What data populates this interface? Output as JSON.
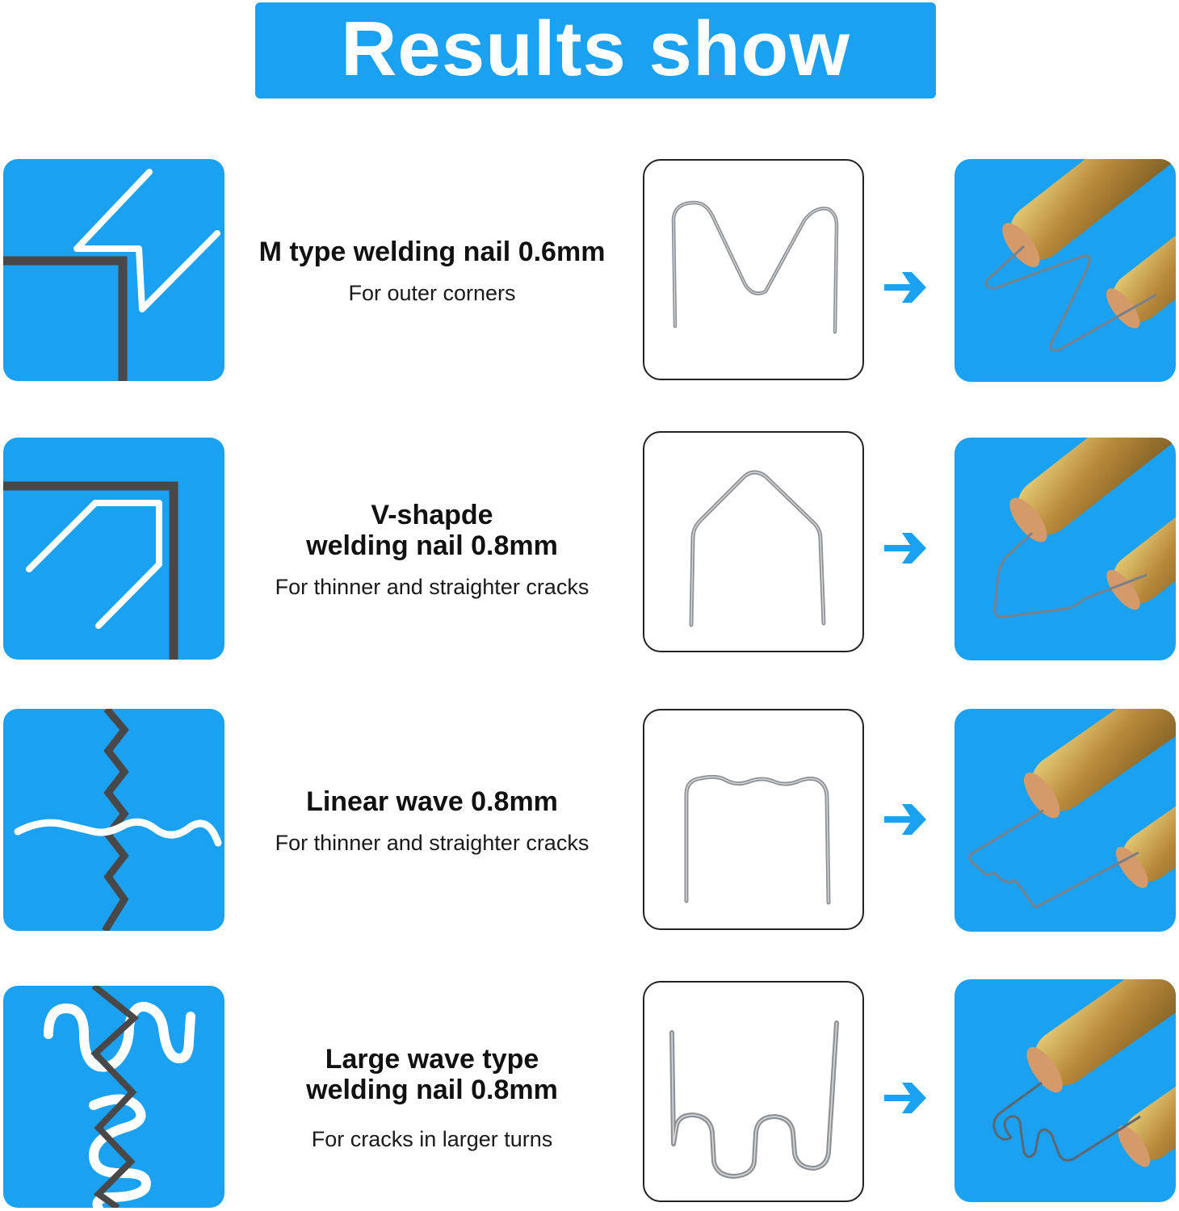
{
  "colors": {
    "accent": "#1aa1f1",
    "crack_line": "#4a4748",
    "wire": "#8e9296",
    "brass": "#c9a24a",
    "text": "#111111",
    "frame_border": "#222222"
  },
  "header": {
    "title": "Results show"
  },
  "rows": [
    {
      "icon": "outer-corner-crack-icon",
      "title_lines": [
        "M type welding nail 0.6mm"
      ],
      "subtitle": "For outer corners",
      "nail_image": "m-type-nail-image",
      "result_image": "m-type-nail-in-welder-tips-image"
    },
    {
      "icon": "inner-corner-crack-icon",
      "title_lines": [
        "V-shapde",
        "welding nail 0.8mm"
      ],
      "subtitle": "For thinner and straighter cracks",
      "nail_image": "v-shaped-nail-image",
      "result_image": "v-shaped-nail-in-welder-tips-image"
    },
    {
      "icon": "linear-wave-crack-icon",
      "title_lines": [
        "Linear wave 0.8mm"
      ],
      "subtitle": "For thinner and straighter cracks",
      "nail_image": "linear-wave-nail-image",
      "result_image": "linear-wave-nail-in-welder-tips-image"
    },
    {
      "icon": "large-wave-crack-icon",
      "title_lines": [
        "Large wave type",
        "welding nail 0.8mm"
      ],
      "subtitle": "For cracks in larger turns",
      "nail_image": "large-wave-nail-image",
      "result_image": "large-wave-nail-in-welder-tips-image"
    }
  ],
  "arrow_icon": "arrow-right-icon"
}
